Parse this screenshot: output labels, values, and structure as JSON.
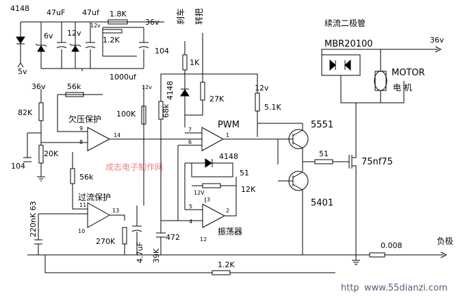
{
  "labels": {
    "d4148_top": "4148",
    "c47uF_a": "47uF",
    "c47uf_b": "47uf",
    "r1_8K": "1.8K",
    "v36_top": "36v",
    "v6": "6v",
    "v12": "12v",
    "v12_small": "12v",
    "r1_2K_top": "1.2K",
    "c104_top": "104",
    "v5": "5v",
    "c1000uf": "1000uf",
    "brake": "刹车",
    "handle": "转把",
    "r1K": "1K",
    "d4148_mid": "4148",
    "r27K": "27K",
    "v12_mid": "12v",
    "r5_1K": "5.1K",
    "v36_left": "36v",
    "r56k_top": "56k",
    "v12_tiny": "12v",
    "r82K": "82K",
    "undervolt": "欠压保护",
    "r100K": "100K",
    "r68k": "68k",
    "pwm": "PWM",
    "t5551": "5551",
    "pin9": "9",
    "pin8": "8",
    "pin14": "14",
    "pin7": "7",
    "pin6": "6",
    "pin1": "1",
    "r20K": "20K",
    "c104_left": "104",
    "r51_right": "51",
    "mos": "75nf75",
    "watermark": "成志电子制作网",
    "d4148_osc": "4148",
    "r51_osc": "51",
    "r56k_mid": "56k",
    "r12K": "12K",
    "overcurrent": "过流保护",
    "v12_osc": "12V",
    "pin3": "3",
    "t5401": "5401",
    "pin11": "11",
    "pin13": "13",
    "pin5": "5",
    "pin2": "2",
    "pin4": "4",
    "pin10": "10",
    "r220nK63": "220nK 63",
    "r270K": "270K",
    "c472": "472",
    "pin12": "12",
    "oscillator": "振荡器",
    "r0_008": "0.008",
    "negative": "负极",
    "c4_7uF": "4.7uF",
    "r39K": "39K",
    "r1_2K_bottom": "1.2K",
    "diode_title": "续流二极管",
    "diode_part": "MBR20100",
    "v36_right": "36v",
    "motor": "MOTOR",
    "motor_cn": "电 机",
    "website": "www.55dianzi.com",
    "http": "http"
  }
}
